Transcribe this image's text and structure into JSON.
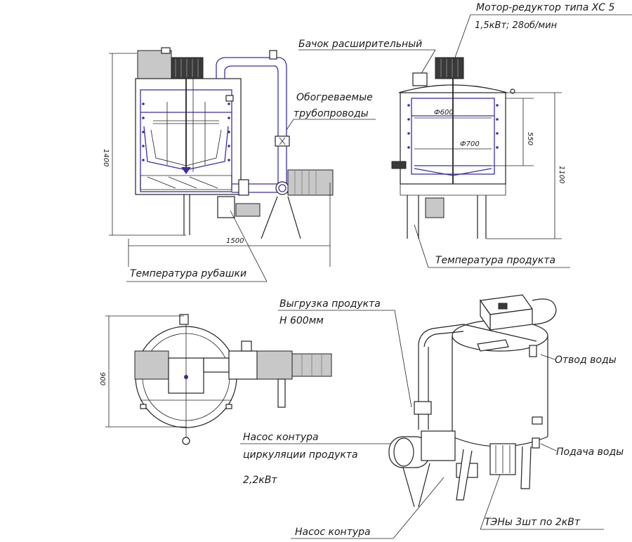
{
  "labels": {
    "motor": "Мотор-редуктор типа ХС 5",
    "motor_spec": "1,5кВт; 28об/мин",
    "tank": "Бачок расширительный",
    "pipes_1": "Обогреваемые",
    "pipes_2": "трубопроводы",
    "jacket_temp": "Температура рубашки",
    "product_temp": "Температура продукта",
    "unload_1": "Выгрузка продукта",
    "unload_2": "Н 600мм",
    "water_out": "Отвод воды",
    "water_in": "Подача воды",
    "pump_1": "Насос контура",
    "pump_2": "циркуляции продукта",
    "pump_3": "2,2кВт",
    "pump_circuit": "Насос контура",
    "heaters": "ТЭНы 3шт по 2кВт"
  },
  "dimensions": {
    "height_left": "1400",
    "width_left": "1500",
    "d_inner": "Ф600",
    "d_outer": "Ф700",
    "level": "550",
    "height_right": "1100",
    "plan": "900"
  }
}
